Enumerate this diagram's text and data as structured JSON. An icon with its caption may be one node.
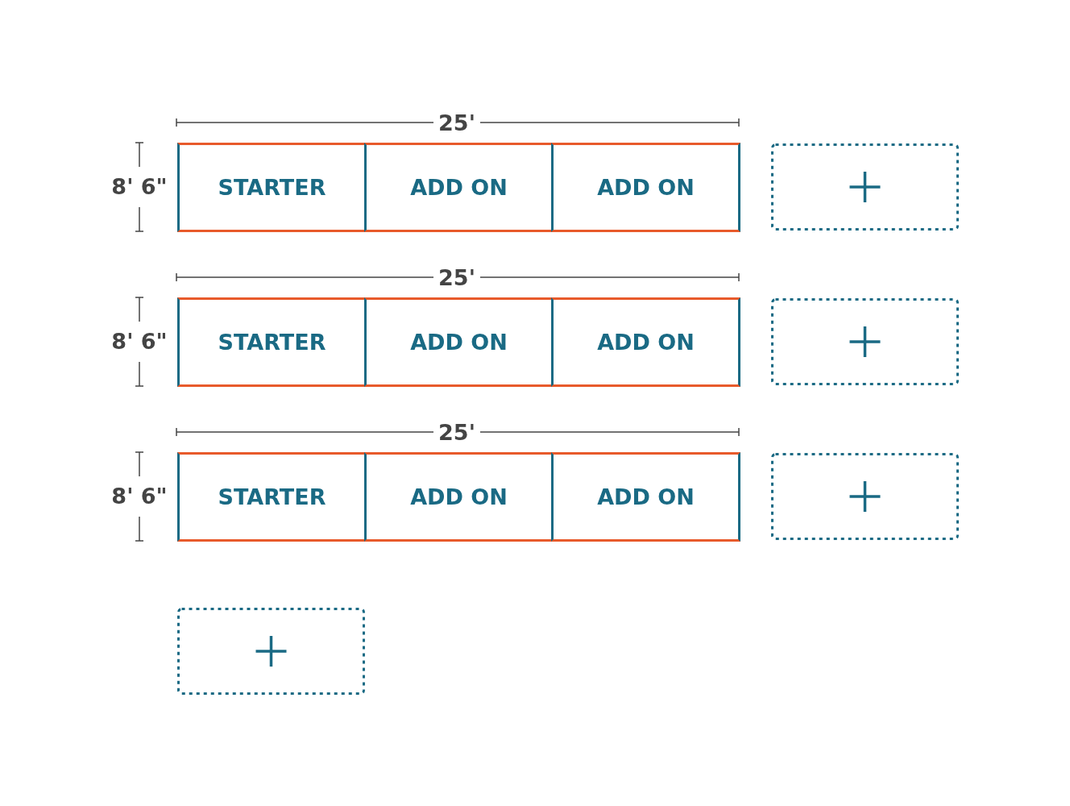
{
  "diagram": {
    "nodes": [
      {
        "text": [
          "STARTER"
        ]
      },
      {
        "text": [
          "ADD ON"
        ]
      },
      {
        "text": [
          "ADD ON"
        ]
      },
      {
        "text": [],
        "shape": "box"
      },
      {
        "text": [
          "STARTER"
        ]
      },
      {
        "text": [
          "ADD ON"
        ]
      },
      {
        "text": [
          "ADD ON"
        ]
      },
      {
        "text": [],
        "shape": "box"
      },
      {
        "text": [
          "STARTER"
        ]
      },
      {
        "text": [
          "ADD ON"
        ]
      },
      {
        "text": [
          "ADD ON"
        ]
      },
      {
        "text": [],
        "shape": "box"
      },
      {
        "text": [],
        "shape": "box"
      }
    ],
    "labels": [
      "25'",
      "8' 6\"",
      "25'",
      "8' 6\"",
      "25'",
      "8' 6\""
    ]
  }
}
